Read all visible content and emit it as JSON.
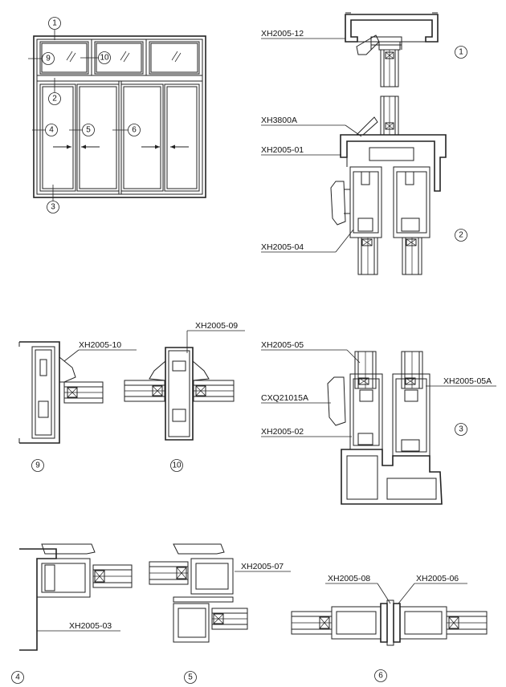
{
  "elevation": {
    "callouts": [
      "1",
      "9",
      "10",
      "2",
      "4",
      "5",
      "6",
      "3"
    ]
  },
  "section_markers": [
    "1",
    "2",
    "3",
    "9",
    "10",
    "4",
    "5",
    "6"
  ],
  "profile_labels": {
    "xh2005_12": "XH2005-12",
    "xh3800a": "XH3800A",
    "xh2005_01": "XH2005-01",
    "xh2005_04": "XH2005-04",
    "xh2005_10": "XH2005-10",
    "xh2005_09": "XH2005-09",
    "xh2005_05": "XH2005-05",
    "cxq21015a": "CXQ21015A",
    "xh2005_02": "XH2005-02",
    "xh2005_05a": "XH2005-05A",
    "xh2005_07": "XH2005-07",
    "xh2005_03": "XH2005-03",
    "xh2005_08": "XH2005-08",
    "xh2005_06": "XH2005-06"
  }
}
